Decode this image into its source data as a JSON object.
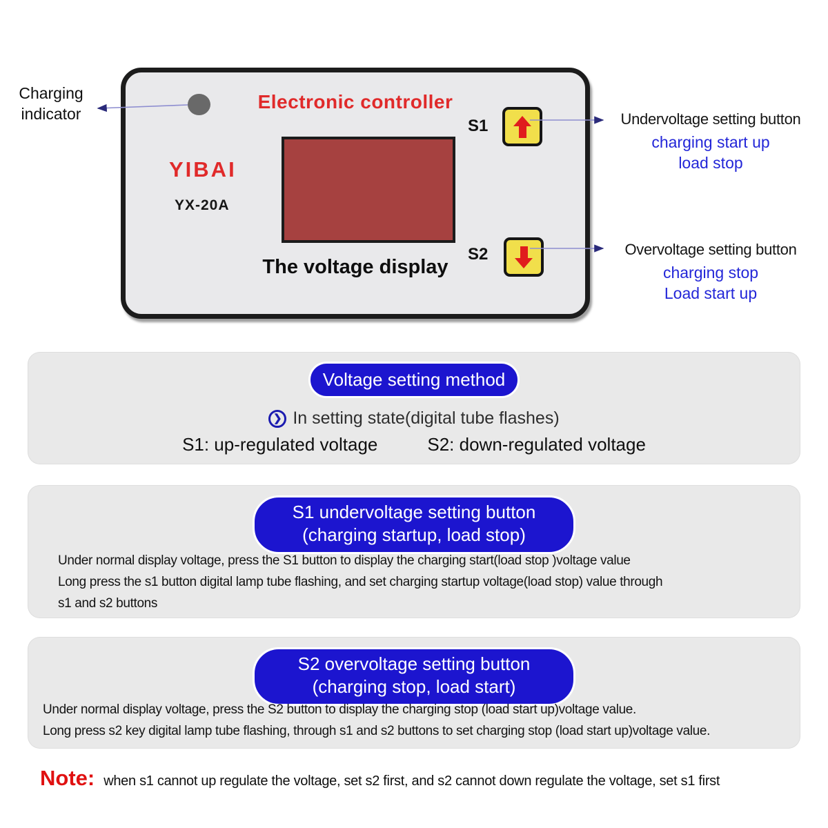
{
  "device": {
    "title": "Electronic controller",
    "brand": "YIBAI",
    "model": "YX-20A",
    "display_caption": "The voltage display",
    "s1_label": "S1",
    "s2_label": "S2",
    "s1_button_icon": "up-arrow",
    "s2_button_icon": "down-arrow"
  },
  "annotations": {
    "charging_indicator": {
      "line1": "Charging",
      "line2": "indicator"
    },
    "s1": {
      "title": "Undervoltage setting button",
      "sub1": "charging start up",
      "sub2": "load stop"
    },
    "s2": {
      "title": "Overvoltage setting button",
      "sub1": "charging stop",
      "sub2": "Load start up"
    }
  },
  "sections": {
    "method": {
      "pill": "Voltage setting method",
      "state_icon": "❯",
      "state_line": "In setting state(digital tube flashes)",
      "s1_line": "S1: up-regulated voltage",
      "s2_line": "S2: down-regulated voltage"
    },
    "s1": {
      "pill_line1": "S1 undervoltage setting button",
      "pill_line2": "(charging startup, load stop)",
      "body": [
        "Under normal display voltage, press the S1 button to display the charging start(load stop )voltage value",
        "Long press the s1 button digital lamp tube flashing, and set charging startup voltage(load stop) value through",
        "s1 and s2 buttons"
      ]
    },
    "s2": {
      "pill_line1": "S2 overvoltage setting button",
      "pill_line2": "(charging stop, load start)",
      "body": [
        "Under normal display voltage, press the S2 button to display the charging stop (load start up)voltage value.",
        "Long press s2 key digital lamp tube flashing, through s1 and s2 buttons to set charging stop (load start up)voltage value."
      ]
    }
  },
  "note": {
    "label": "Note:",
    "text": "when s1 cannot up regulate the voltage, set s2 first, and s2 cannot down regulate the voltage, set s1 first"
  },
  "colors": {
    "pill-blue": "#1c15cf",
    "annotation-blue": "#2326d8",
    "brand-red": "#e02a2a",
    "button-yellow": "#f1df4b",
    "arrow-red": "#e01d1d",
    "display-red": "#a64140",
    "panel-gray": "#e9e9e9",
    "line-purple": "#8d8dd0",
    "arrowhead-blue": "#2a2a7a"
  }
}
